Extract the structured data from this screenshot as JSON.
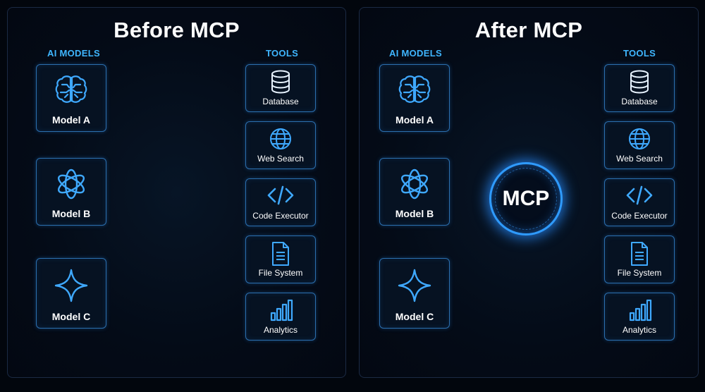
{
  "before": {
    "title": "Before MCP",
    "models_heading": "AI MODELS",
    "tools_heading": "TOOLS",
    "models": [
      {
        "label": "Model A",
        "icon": "brain-icon"
      },
      {
        "label": "Model B",
        "icon": "openai-knot-icon"
      },
      {
        "label": "Model C",
        "icon": "sparkle-star-icon"
      }
    ],
    "tools": [
      {
        "label": "Database",
        "icon": "database-icon"
      },
      {
        "label": "Web Search",
        "icon": "globe-icon"
      },
      {
        "label": "Code Executor",
        "icon": "code-brackets-icon"
      },
      {
        "label": "File System",
        "icon": "document-icon"
      },
      {
        "label": "Analytics",
        "icon": "bar-chart-icon"
      }
    ]
  },
  "after": {
    "title": "After MCP",
    "models_heading": "AI MODELS",
    "tools_heading": "TOOLS",
    "hub_label": "MCP",
    "models": [
      {
        "label": "Model A",
        "icon": "brain-icon"
      },
      {
        "label": "Model B",
        "icon": "openai-knot-icon"
      },
      {
        "label": "Model C",
        "icon": "sparkle-star-icon"
      }
    ],
    "tools": [
      {
        "label": "Database",
        "icon": "database-icon"
      },
      {
        "label": "Web Search",
        "icon": "globe-icon"
      },
      {
        "label": "Code Executor",
        "icon": "code-brackets-icon"
      },
      {
        "label": "File System",
        "icon": "document-icon"
      },
      {
        "label": "Analytics",
        "icon": "bar-chart-icon"
      }
    ]
  },
  "colors": {
    "accent": "#3fb6ff",
    "wire": "#3d8bff",
    "card_border": "#2b6fae",
    "background": "#02060d"
  }
}
